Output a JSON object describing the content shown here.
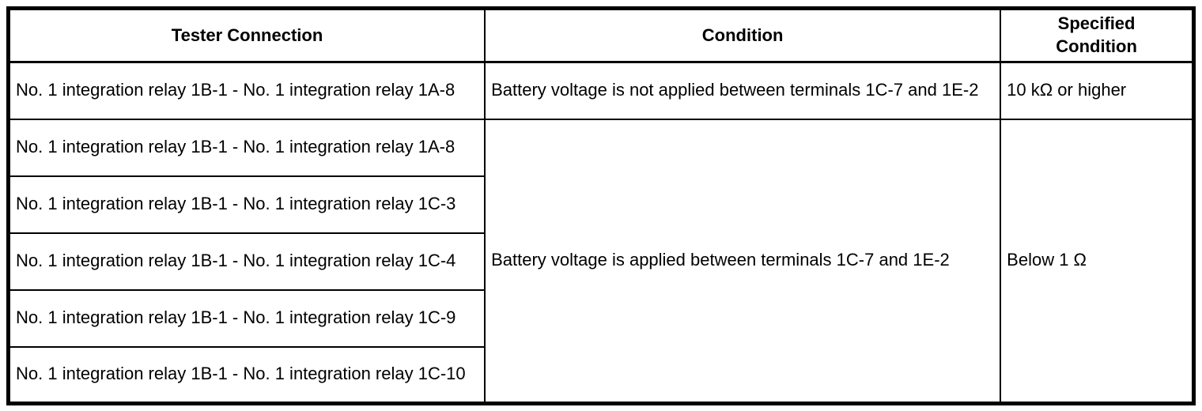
{
  "table": {
    "headers": [
      {
        "label": "Tester Connection"
      },
      {
        "label": "Condition"
      },
      {
        "label": "Specified Condition"
      }
    ],
    "rows": [
      {
        "tester_connection": "No. 1 integration relay 1B-1 - No. 1 integration relay 1A-8",
        "condition": "Battery voltage is not applied between terminals 1C-7 and 1E-2",
        "specified_condition": "10 kΩ or higher"
      },
      {
        "tester_connection": "No. 1 integration relay 1B-1 - No. 1 integration relay 1A-8",
        "condition": "Battery voltage is applied between terminals 1C-7 and 1E-2",
        "specified_condition": "Below 1 Ω"
      },
      {
        "tester_connection": "No. 1 integration relay 1B-1 - No. 1 integration relay 1C-3"
      },
      {
        "tester_connection": "No. 1 integration relay 1B-1 - No. 1 integration relay 1C-4"
      },
      {
        "tester_connection": "No. 1 integration relay 1B-1 - No. 1 integration relay 1C-9"
      },
      {
        "tester_connection": "No. 1 integration relay 1B-1 - No. 1 integration relay 1C-10"
      }
    ],
    "colors": {
      "border": "#000000",
      "background": "#ffffff",
      "text": "#000000"
    }
  }
}
